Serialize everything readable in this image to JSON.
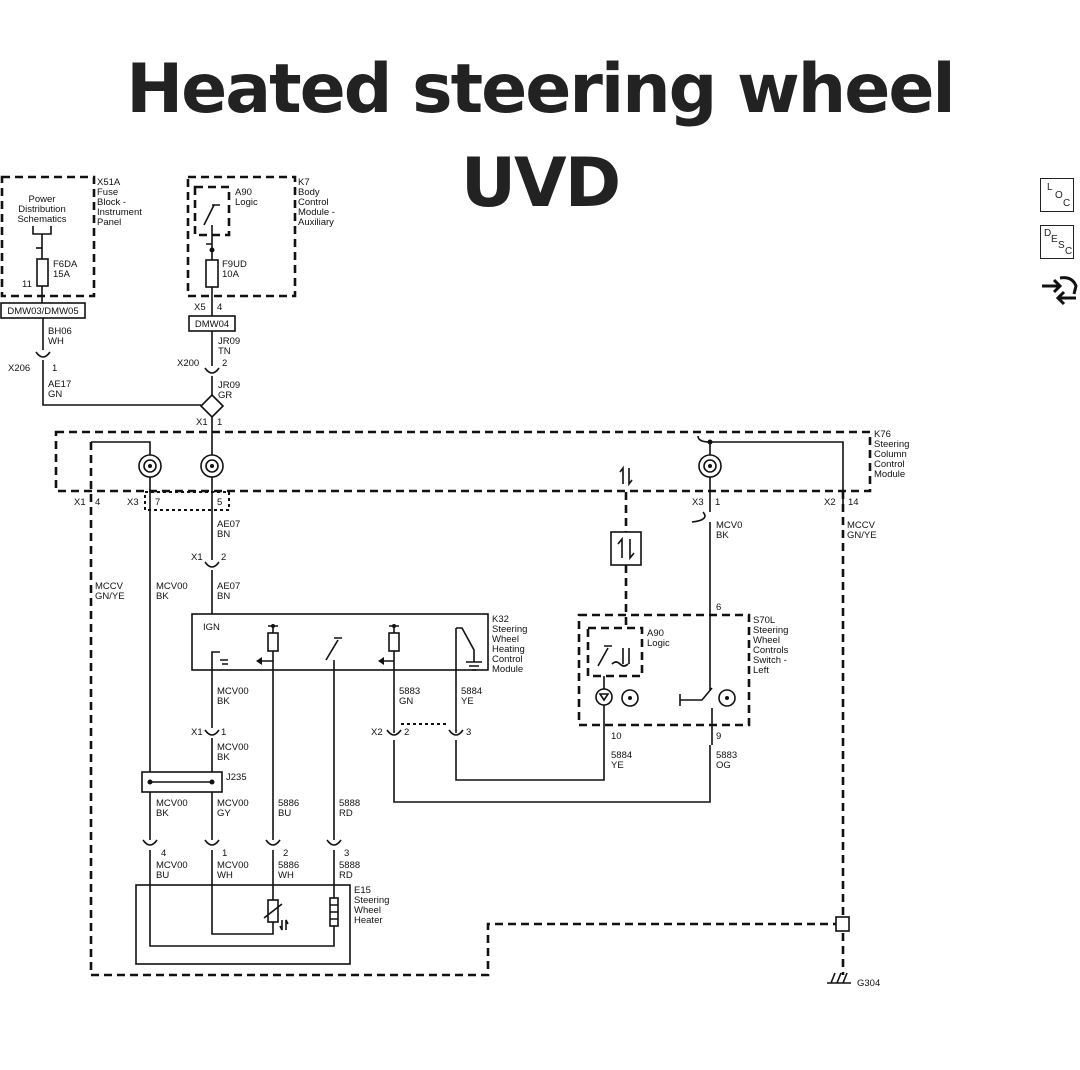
{
  "title": {
    "line1": "Heated steering wheel",
    "line2": "UVD"
  },
  "side_icons": [
    {
      "name": "loc-icon",
      "letters": [
        "L",
        "O",
        "C"
      ]
    },
    {
      "name": "desc-icon",
      "letters": [
        "D",
        "E",
        "S",
        "C"
      ]
    },
    {
      "name": "connector-view-icon"
    }
  ],
  "fuse_x51a": {
    "label": "X51A",
    "desc": [
      "Fuse",
      "Block -",
      "Instrument",
      "Panel"
    ],
    "power": [
      "Power",
      "Distribution",
      "Schematics"
    ],
    "fuse": [
      "F6DA",
      "15A"
    ],
    "pin": "11",
    "connector": "DMW03/DMW05"
  },
  "bcm_k7": {
    "label": "K7",
    "desc": [
      "Body",
      "Control",
      "Module -",
      "Auxiliary"
    ],
    "logic": [
      "A90",
      "Logic"
    ],
    "fuse": [
      "F9UD",
      "10A"
    ],
    "conn": "X5",
    "pin": "4",
    "connector": "DMW04"
  },
  "wires_top": {
    "bh06": [
      "BH06",
      "WH"
    ],
    "x206": "X206",
    "x206_pin": "1",
    "ae17": [
      "AE17",
      "GN"
    ],
    "jr09_tn": [
      "JR09",
      "TN"
    ],
    "x200": "X200",
    "x200_pin": "2",
    "jr09_gr": [
      "JR09",
      "GR"
    ],
    "splice_conn": "X1",
    "splice_pin": "1"
  },
  "k76": {
    "label": "K76",
    "desc": [
      "Steering",
      "Column",
      "Control",
      "Module"
    ],
    "x1": "X1",
    "x1_pin": "4",
    "x3": "X3",
    "x3_pin": "7",
    "pin5": "5",
    "x3r": "X3",
    "x3r_pin": "1",
    "x2": "X2",
    "x2_pin": "14"
  },
  "wires_mid": {
    "ae07_a": [
      "AE07",
      "BN"
    ],
    "x1": "X1",
    "x1_pin": "2",
    "ae07_b": [
      "AE07",
      "BN"
    ],
    "mccv_left": [
      "MCCV",
      "GN/YE"
    ],
    "mcv00_bk": [
      "MCV00",
      "BK"
    ],
    "mcv0_bk": [
      "MCV0",
      "BK"
    ],
    "mccv_right": [
      "MCCV",
      "GN/YE"
    ],
    "pin6": "6"
  },
  "k32": {
    "label": "K32",
    "desc": [
      "Steering",
      "Wheel",
      "Heating",
      "Control",
      "Module"
    ],
    "ign": "IGN"
  },
  "s70l": {
    "label": "S70L",
    "desc": [
      "Steering",
      "Wheel",
      "Controls",
      "Switch -",
      "Left"
    ],
    "logic": [
      "A90",
      "Logic"
    ],
    "pin10": "10",
    "pin9": "9"
  },
  "wires_low": {
    "mcv00_a": [
      "MCV00",
      "BK"
    ],
    "x1": "X1",
    "x1_pin": "1",
    "mcv00_b": [
      "MCV00",
      "BK"
    ],
    "w5883_gn": [
      "5883",
      "GN"
    ],
    "w5884_ye": [
      "5884",
      "YE"
    ],
    "x2": "X2",
    "x2_pin2": "2",
    "x2_pin3": "3",
    "w5884_ye_r": [
      "5884",
      "YE"
    ],
    "w5883_og": [
      "5883",
      "OG"
    ],
    "j235": "J235",
    "c1": [
      "MCV00",
      "BK"
    ],
    "c2": [
      "MCV00",
      "GY"
    ],
    "c3": [
      "5886",
      "BU"
    ],
    "c4": [
      "5888",
      "RD"
    ],
    "p1": "4",
    "p2": "1",
    "p3": "2",
    "p4": "3",
    "d1": [
      "MCV00",
      "BU"
    ],
    "d2": [
      "MCV00",
      "WH"
    ],
    "d3": [
      "5886",
      "WH"
    ],
    "d4": [
      "5888",
      "RD"
    ]
  },
  "e15": {
    "label": "E15",
    "desc": [
      "Steering",
      "Wheel",
      "Heater"
    ]
  },
  "ground": {
    "label": "G304"
  }
}
